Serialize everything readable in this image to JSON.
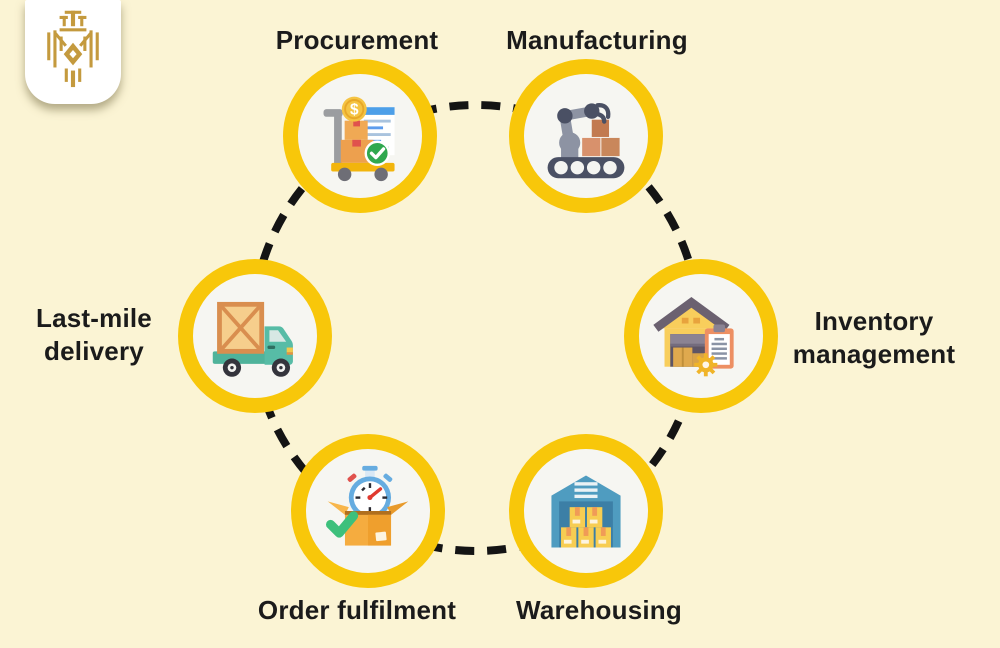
{
  "page": {
    "background_color": "#FBF4D4",
    "text_color": "#1B1B1B",
    "dash_color": "#141414"
  },
  "logo": {
    "name": "lion-crown-emblem",
    "gold_color": "#C49A3E",
    "plaque_color": "#FFFFFF"
  },
  "cycle": {
    "ring_color": "#F8C70A",
    "node_fill": "#F6F6F2",
    "nodes": [
      {
        "id": "procurement",
        "label": "Procurement",
        "icon": "hand-truck-invoice-icon"
      },
      {
        "id": "manufacturing",
        "label": "Manufacturing",
        "icon": "robot-arm-conveyor-icon"
      },
      {
        "id": "inventory-management",
        "label": "Inventory management",
        "icon": "warehouse-clipboard-gear-icon"
      },
      {
        "id": "warehousing",
        "label": "Warehousing",
        "icon": "warehouse-stacked-boxes-icon"
      },
      {
        "id": "order-fulfilment",
        "label": "Order fulfilment",
        "icon": "open-box-stopwatch-check-icon"
      },
      {
        "id": "last-mile-delivery",
        "label": "Last-mile delivery",
        "icon": "delivery-truck-crate-icon"
      }
    ]
  }
}
